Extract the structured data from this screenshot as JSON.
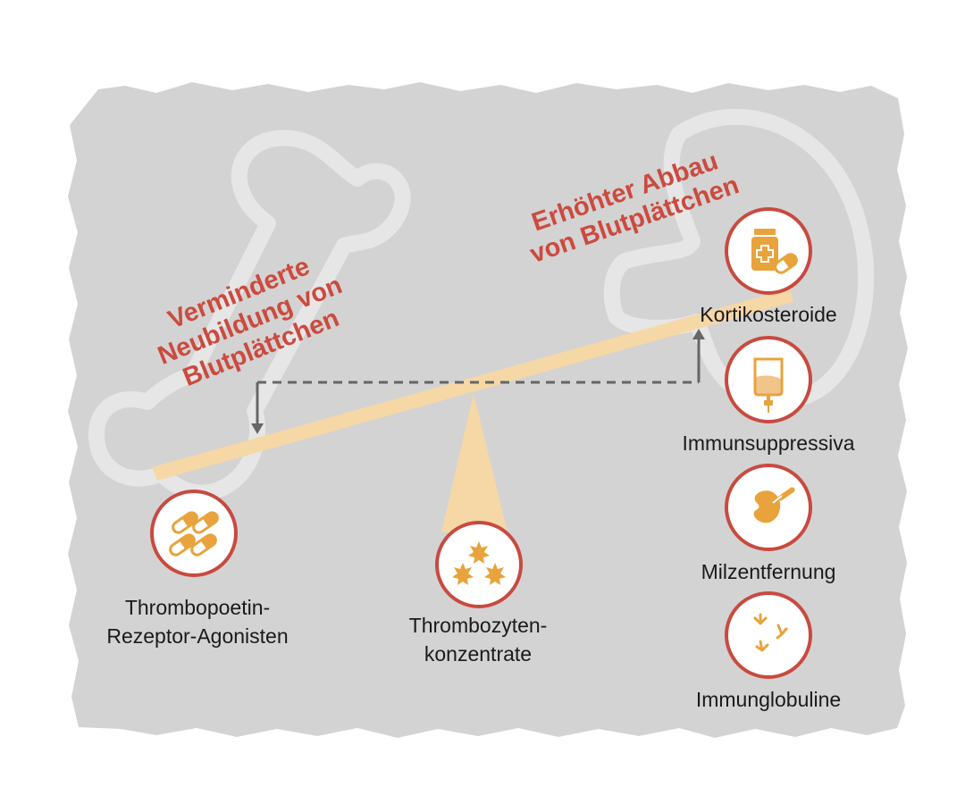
{
  "headlines": {
    "left": [
      "Verminderte",
      "Neubildung von",
      "Blutplättchen"
    ],
    "right": [
      "Erhöhter Abbau",
      "von Blutplättchen"
    ]
  },
  "treatments": {
    "left": [
      "Thrombopoetin-",
      "Rezeptor-Agonisten"
    ],
    "center": [
      "Thrombozyten-",
      "konzentrate"
    ],
    "right": [
      "Kortikosteroide",
      "Immunsuppressiva",
      "Milzentfernung",
      "Immunglobuline"
    ]
  },
  "icons": {
    "tpo": "capsules-icon",
    "platelets": "platelets-icon",
    "cortico": "pill-bottle-icon",
    "immuno": "infusion-bag-icon",
    "spleen": "spleen-removal-icon",
    "ig": "antibody-icon"
  },
  "colors": {
    "background_blob": "#d3d3d3",
    "bone_outline": "#e6e6e6",
    "headline": "#cc4a3e",
    "circle_border": "#c84a3f",
    "icon": "#e8a33c",
    "seesaw": "#f6d7a6",
    "arrow": "#666666"
  }
}
